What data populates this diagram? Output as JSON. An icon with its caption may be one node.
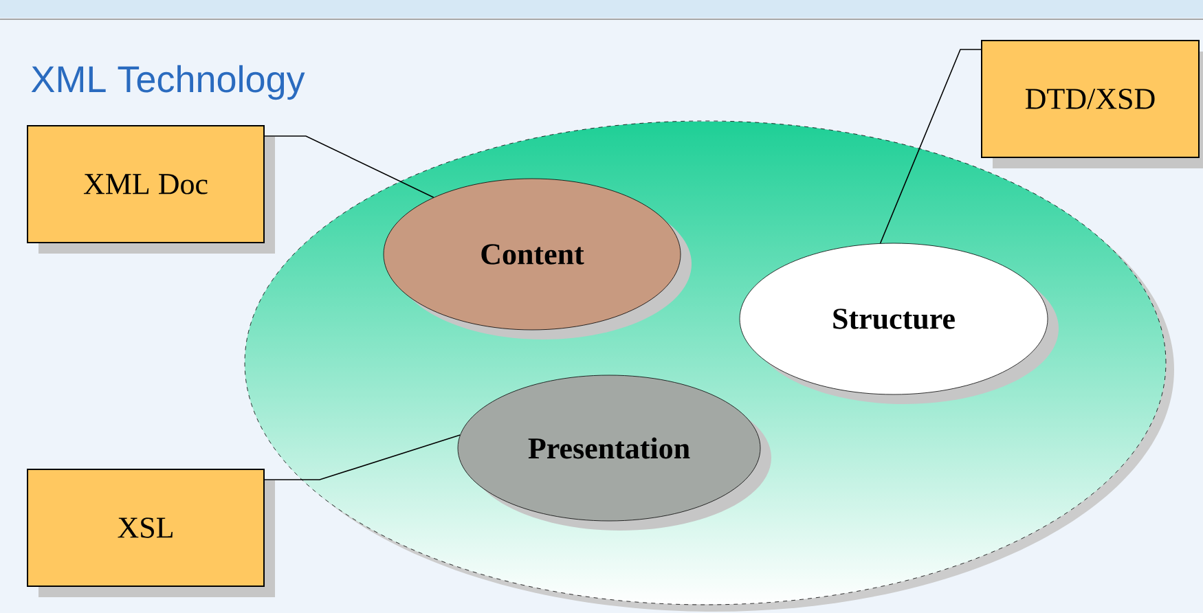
{
  "diagram": {
    "title": "XML Technology",
    "nodes": [
      {
        "text": [
          "XML Doc"
        ]
      },
      {
        "text": [
          "DTD/XSD"
        ]
      },
      {
        "text": [],
        "shape": "ellipse"
      },
      {
        "text": [
          "Content"
        ],
        "in": 2
      },
      {
        "text": [
          "Structure"
        ],
        "in": 2
      },
      {
        "text": [
          "Presentation"
        ],
        "in": 2
      },
      {
        "text": [
          "XSL"
        ]
      }
    ],
    "edges": [
      {
        "from": 0,
        "to": 3,
        "arrow": "none"
      },
      {
        "from": 1,
        "to": 4,
        "arrow": "none"
      },
      {
        "from": 6,
        "to": 5,
        "arrow": "none"
      }
    ]
  }
}
